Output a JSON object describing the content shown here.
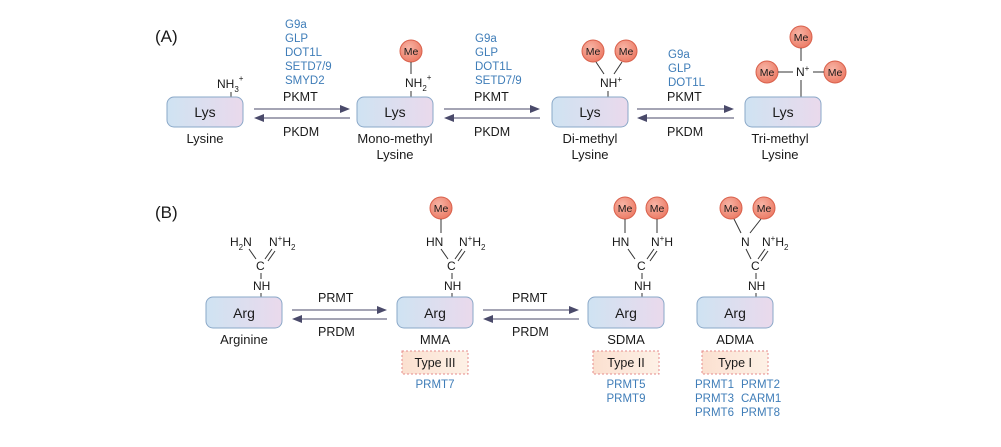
{
  "panel_a": {
    "label": "(A)",
    "box_label": "Lys",
    "me_label": "Me",
    "groups": {
      "lysine": {
        "n": "NH",
        "sub": "3",
        "sup": "+"
      },
      "mono": {
        "n": "NH",
        "sub": "2",
        "sup": "+"
      },
      "di": {
        "n": "NH",
        "sup": "+"
      },
      "tri": {
        "n": "N",
        "sup": "+"
      }
    },
    "names": {
      "lysine": [
        "Lysine"
      ],
      "mono": [
        "Mono-methyl",
        "Lysine"
      ],
      "di": [
        "Di-methyl",
        "Lysine"
      ],
      "tri": [
        "Tri-methyl",
        "Lysine"
      ]
    },
    "enzymes_1": [
      "G9a",
      "GLP",
      "DOT1L",
      "SETD7/9",
      "SMYD2"
    ],
    "enzymes_2": [
      "G9a",
      "GLP",
      "DOT1L",
      "SETD7/9"
    ],
    "enzymes_3": [
      "G9a",
      "GLP",
      "DOT1L"
    ],
    "forward_label": "PKMT",
    "reverse_label": "PKDM"
  },
  "panel_b": {
    "label": "(B)",
    "box_label": "Arg",
    "me_label": "Me",
    "names": {
      "arginine": "Arginine",
      "mma": "MMA",
      "sdma": "SDMA",
      "adma": "ADMA"
    },
    "groups": {
      "arginine": {
        "left": "H",
        "left_sub": "2",
        "left_n": "N",
        "right": "N",
        "right_sup": "+",
        "right_h": "H",
        "right_sub": "2",
        "c": "C",
        "nh": "NH"
      },
      "mma": {
        "left": "HN",
        "right": "N",
        "right_sup": "+",
        "right_h": "H",
        "right_sub": "2",
        "c": "C",
        "nh": "NH"
      },
      "sdma": {
        "left": "HN",
        "right": "N",
        "right_sup": "+",
        "right_h": "H",
        "c": "C",
        "nh": "NH"
      },
      "adma": {
        "left": "N",
        "right": "N",
        "right_sup": "+",
        "right_h": "H",
        "right_sub": "2",
        "c": "C",
        "nh": "NH"
      }
    },
    "forward_label": "PRMT",
    "reverse_label": "PRDM",
    "types": {
      "type3": "Type III",
      "type2": "Type II",
      "type1": "Type I"
    },
    "enzymes": {
      "type3": [
        "PRMT7"
      ],
      "type2": [
        "PRMT5",
        "PRMT9"
      ],
      "type1_col1": [
        "PRMT1",
        "PRMT3",
        "PRMT6"
      ],
      "type1_col2": [
        "PRMT2",
        "CARM1",
        "PRMT8"
      ]
    }
  },
  "colors": {
    "enzyme_blue": "#3f7db8",
    "me_fill": "#f08a76",
    "me_stroke": "#d9614c",
    "box_left": "#cfe3f2",
    "box_right": "#ead9ec",
    "type_fill": "#fbe6d6",
    "type_border": "#e58b8b",
    "arrow": "#4a4a6a"
  }
}
